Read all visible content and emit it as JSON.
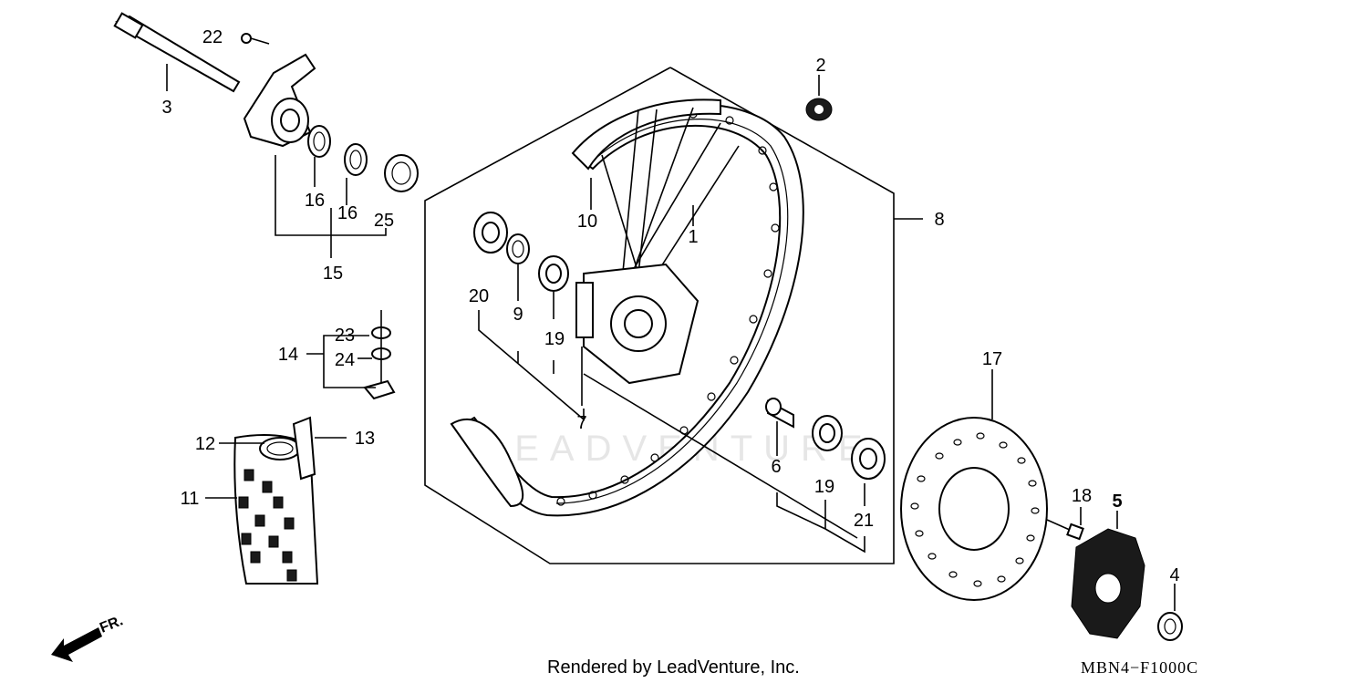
{
  "diagram": {
    "watermark_text": "LEADVENTURE",
    "credit": "Rendered by LeadVenture, Inc.",
    "diagram_code": "MBN4−F1000C",
    "direction_label": "FR.",
    "callouts": {
      "p1": "1",
      "p2": "2",
      "p3": "3",
      "p4": "4",
      "p5": "5",
      "p6": "6",
      "p7": "7",
      "p8": "8",
      "p9": "9",
      "p10": "10",
      "p11": "11",
      "p12": "12",
      "p13": "13",
      "p14": "14",
      "p15": "15",
      "p16a": "16",
      "p16b": "16",
      "p17": "17",
      "p18": "18",
      "p19a": "19",
      "p19b": "19",
      "p20": "20",
      "p21": "21",
      "p22": "22",
      "p23": "23",
      "p24": "24",
      "p25": "25"
    }
  }
}
